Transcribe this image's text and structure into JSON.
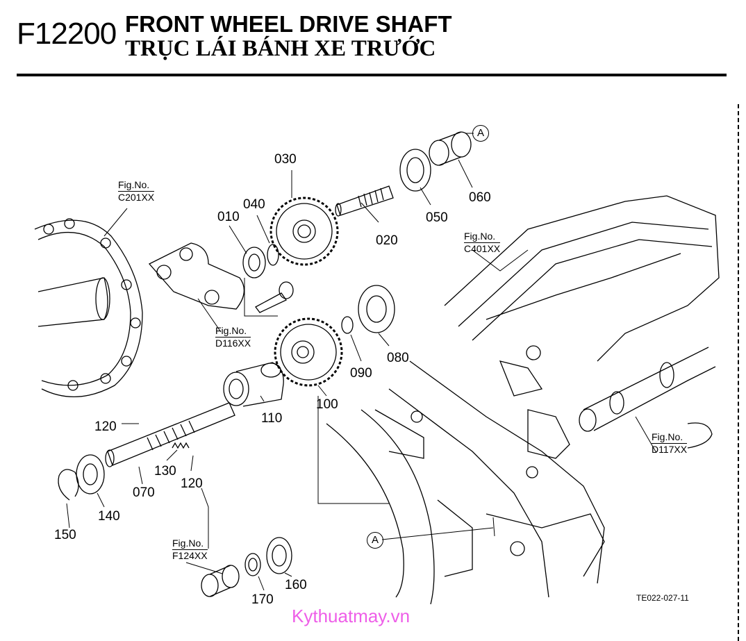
{
  "header": {
    "code": "F12200",
    "title_en": "FRONT WHEEL DRIVE SHAFT",
    "title_vi": "TRỤC LÁI BÁNH XE TRƯỚC"
  },
  "parts": {
    "p010": "010",
    "p020": "020",
    "p030": "030",
    "p040": "040",
    "p050": "050",
    "p060": "060",
    "p070": "070",
    "p080": "080",
    "p090": "090",
    "p100": "100",
    "p110": "110",
    "p120a": "120",
    "p120b": "120",
    "p130": "130",
    "p140": "140",
    "p150": "150",
    "p160": "160",
    "p170": "170"
  },
  "fig_refs": {
    "c201": {
      "label": "Fig.No.",
      "ref": "C201XX"
    },
    "d116": {
      "label": "Fig.No.",
      "ref": "D116XX"
    },
    "c401": {
      "label": "Fig.No.",
      "ref": "C401XX"
    },
    "d117": {
      "label": "Fig.No.",
      "ref": "D117XX"
    },
    "f124": {
      "label": "Fig.No.",
      "ref": "F124XX"
    }
  },
  "markers": {
    "a_top": "A",
    "a_bottom": "A"
  },
  "drawing_code": "TE022-027-11",
  "watermark": "Kythuatmay.vn",
  "colors": {
    "watermark": "#ee5ee8",
    "ink": "#000000"
  }
}
